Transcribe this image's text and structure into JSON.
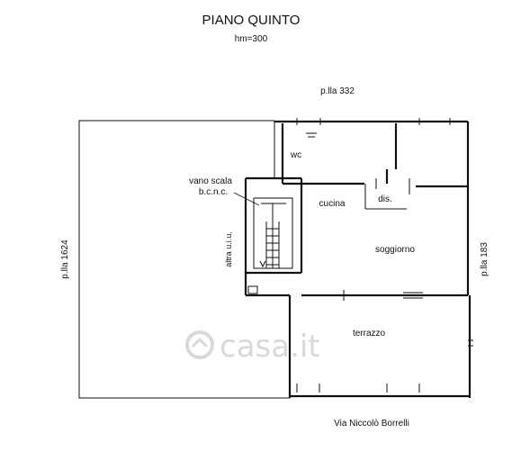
{
  "title": "PIANO QUINTO",
  "subtitle": "hm=300",
  "neighbors": {
    "top": "p.lla 332",
    "left": "p.lla 1624",
    "right": "p.lla 183",
    "bottom": "Via Niccolò Borrelli"
  },
  "rooms": {
    "wc": "wc",
    "cucina": "cucina",
    "dis": "dis.",
    "soggiorno": "soggiorno",
    "terrazzo": "terrazzo"
  },
  "stair": {
    "line1": "vano scala",
    "line2": "b.c.n.c.",
    "side": "altra u.i.u."
  },
  "watermark": "casa.it"
}
